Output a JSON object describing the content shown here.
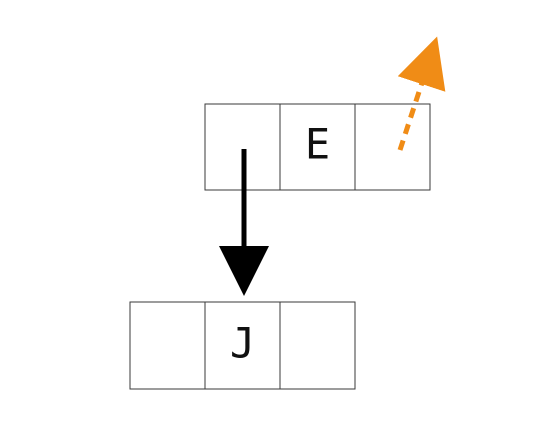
{
  "nodes": [
    {
      "id": "node-e",
      "cells": [
        "",
        "E",
        ""
      ]
    },
    {
      "id": "node-j",
      "cells": [
        "",
        "J",
        ""
      ]
    }
  ],
  "links": [
    {
      "id": "pointer-to-j",
      "style": "solid",
      "color": "#000000"
    },
    {
      "id": "pointer-next",
      "style": "dashed",
      "color": "#f08c16"
    }
  ]
}
